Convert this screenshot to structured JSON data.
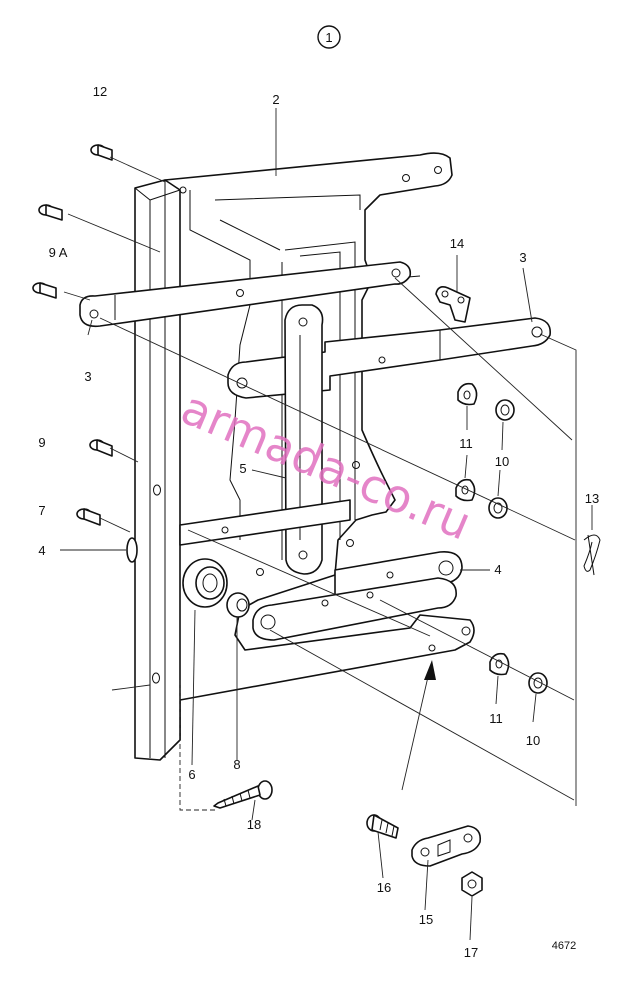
{
  "diagram": {
    "figure_number": "1",
    "drawing_number": "4672",
    "watermark": "armada-co.ru",
    "callouts": {
      "c1": "1",
      "c2": "2",
      "c3a": "3",
      "c3b": "3",
      "c4a": "4",
      "c4b": "4",
      "c5": "5",
      "c6": "6",
      "c7": "7",
      "c8": "8",
      "c9": "9",
      "c9a": "9 A",
      "c10a": "10",
      "c10b": "10",
      "c11a": "11",
      "c11b": "11",
      "c12": "12",
      "c13": "13",
      "c14": "14",
      "c15": "15",
      "c16": "16",
      "c17": "17",
      "c18": "18"
    }
  }
}
